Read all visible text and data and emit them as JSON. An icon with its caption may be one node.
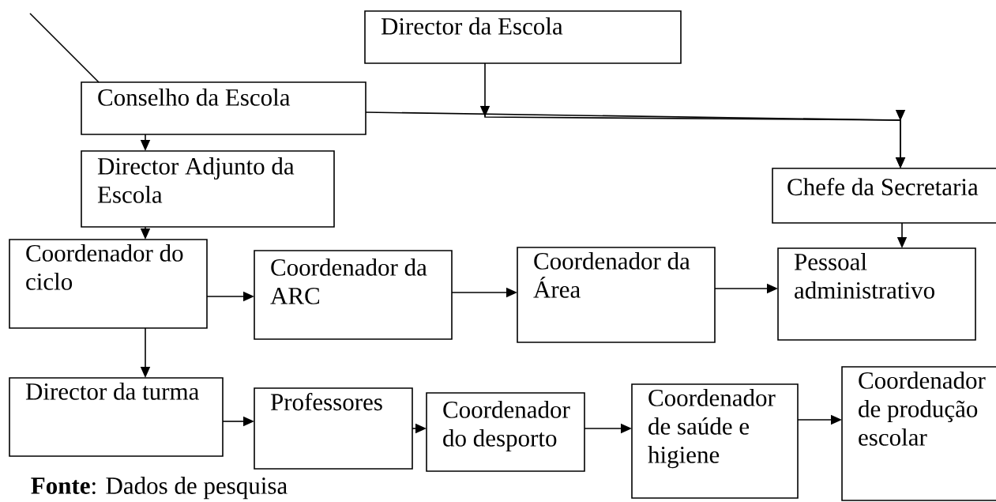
{
  "diagram": {
    "caption": "**Fonte**: Dados de pesquisa",
    "nodes": [
      {
        "text": [
          "Director da Escola"
        ]
      },
      {
        "text": [
          "Conselho da Escola"
        ]
      },
      {
        "text": [
          "Director Adjunto da Escola"
        ]
      },
      {
        "text": [
          "Chefe da Secretaria"
        ]
      },
      {
        "text": [
          "Coordenador do ciclo"
        ]
      },
      {
        "text": [
          "Coordenador da ARC"
        ]
      },
      {
        "text": [
          "Coordenador da Área"
        ]
      },
      {
        "text": [
          "Pessoal administrativo"
        ]
      },
      {
        "text": [
          "Director da turma"
        ]
      },
      {
        "text": [
          "Professores"
        ]
      },
      {
        "text": [
          "Coordenador do desporto"
        ]
      },
      {
        "text": [
          "Coordenador de saúde e higiene"
        ]
      },
      {
        "text": [
          "Coordenador de produção escolar"
        ]
      }
    ],
    "edges": [
      {
        "from": null,
        "to": 1,
        "arrow": "none"
      },
      {
        "from": 0,
        "to": 3,
        "arrow": "to"
      },
      {
        "from": 1,
        "to": 3,
        "arrow": "to"
      },
      {
        "from": 1,
        "to": 2,
        "arrow": "to"
      },
      {
        "from": 2,
        "to": 4,
        "arrow": "to"
      },
      {
        "from": 3,
        "to": 7,
        "arrow": "to"
      },
      {
        "from": 4,
        "to": 5,
        "arrow": "to"
      },
      {
        "from": 5,
        "to": 6,
        "arrow": "to"
      },
      {
        "from": 6,
        "to": 7,
        "arrow": "to"
      },
      {
        "from": 4,
        "to": 8,
        "arrow": "to"
      },
      {
        "from": 8,
        "to": 9,
        "arrow": "to"
      },
      {
        "from": 9,
        "to": 10,
        "arrow": "to"
      },
      {
        "from": 10,
        "to": 11,
        "arrow": "to"
      },
      {
        "from": 11,
        "to": 12,
        "arrow": "to"
      }
    ]
  }
}
